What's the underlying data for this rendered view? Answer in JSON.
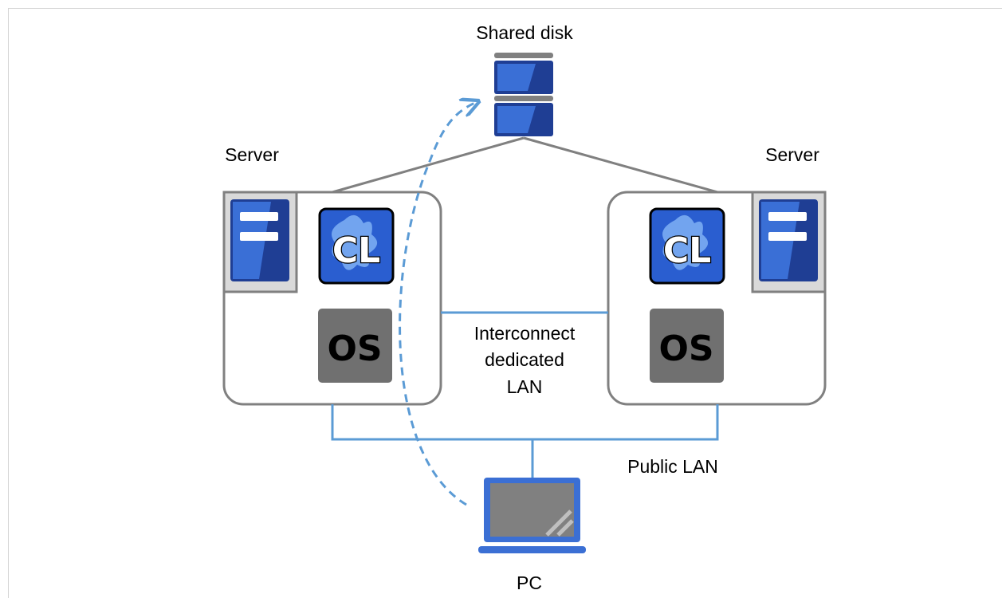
{
  "labels": {
    "shared_disk": "Shared disk",
    "server_left": "Server",
    "server_right": "Server",
    "interconnect_line1": "Interconnect",
    "interconnect_line2": "dedicated",
    "interconnect_line3": "LAN",
    "public_lan": "Public LAN",
    "pc": "PC"
  },
  "badges": {
    "cl_left": "CL",
    "cl_right": "CL",
    "os_left": "OS",
    "os_right": "OS"
  },
  "colors": {
    "server_outline": "#777777",
    "blue_link": "#5b9bd5",
    "disk_blue": "#2e5fbf",
    "disk_dark": "#1f3e94",
    "cl_blue": "#2a5ed0",
    "os_gray": "#707070",
    "pc_blue": "#3b6fd4",
    "pc_screen": "#808080"
  },
  "icons": [
    "disk-icon",
    "server-rack-icon",
    "cluster-software-icon",
    "os-icon",
    "laptop-icon"
  ]
}
